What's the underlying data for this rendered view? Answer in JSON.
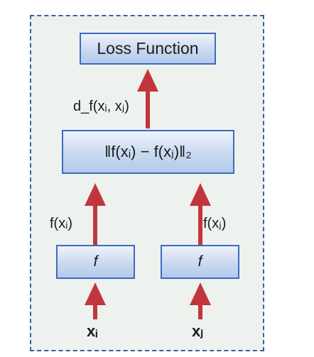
{
  "diagram": {
    "loss_box": {
      "text": "Loss Function"
    },
    "norm_box": {
      "text": "‖f(xᵢ) − f(xⱼ)‖₂"
    },
    "f_left_box": {
      "text": "f"
    },
    "f_right_box": {
      "text": "f"
    },
    "distance_label": {
      "text": "d_f(xᵢ, xⱼ)"
    },
    "output_left_label": {
      "text": "f(xᵢ)"
    },
    "output_right_label": {
      "text": "f(xⱼ)"
    },
    "input_left_label": {
      "text": "xᵢ"
    },
    "input_right_label": {
      "text": "xⱼ"
    }
  },
  "colors": {
    "arrow": "#c1363d",
    "box_border": "#3a6cc0",
    "frame_border": "#3d5fa6",
    "frame_fill": "#eef2ee"
  }
}
